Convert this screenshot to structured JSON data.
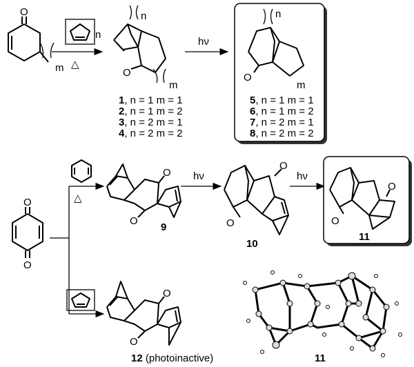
{
  "reagents": {
    "n": "n",
    "m": "m",
    "heat": "△",
    "light": "hν",
    "oxygen": "O"
  },
  "labels_1_4": [
    {
      "num": "1",
      "text": ", n = 1 m = 1"
    },
    {
      "num": "2",
      "text": ", n = 1 m = 2"
    },
    {
      "num": "3",
      "text": ", n = 2 m = 1"
    },
    {
      "num": "4",
      "text": ", n = 2 m = 2"
    }
  ],
  "labels_5_8": [
    {
      "num": "5",
      "text": ", n = 1 m = 1"
    },
    {
      "num": "6",
      "text": ", n = 1 m = 2"
    },
    {
      "num": "7",
      "text": ", n = 2 m = 1"
    },
    {
      "num": "8",
      "text": ", n = 2 m = 2"
    }
  ],
  "compounds": {
    "c9": "9",
    "c10": "10",
    "c11": "11",
    "c12": "12",
    "c12_note": " (photoinactive)",
    "crystal": "11"
  }
}
